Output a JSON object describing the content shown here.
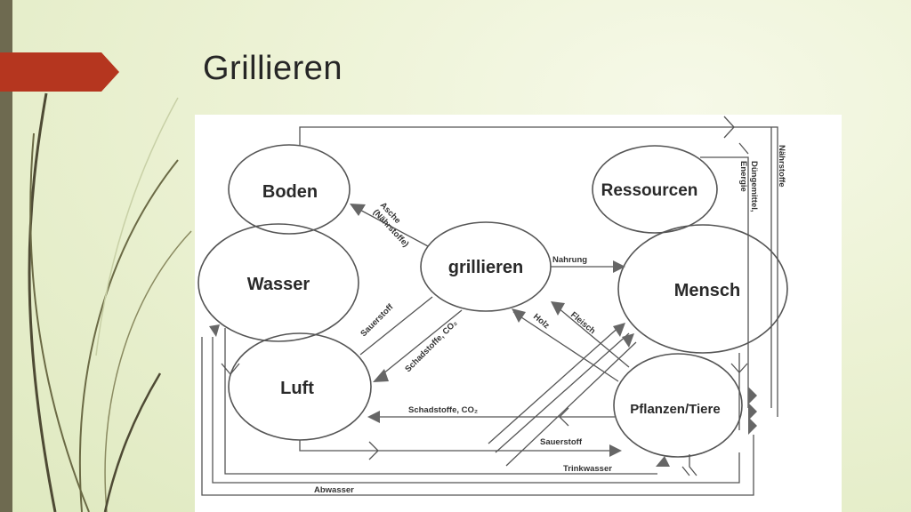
{
  "slide": {
    "title": "Grillieren"
  },
  "theme": {
    "accent": "#b5361f",
    "bar": "#6e6a50",
    "swoosh": "#4e4a34"
  },
  "diagram": {
    "nodes": {
      "boden": "Boden",
      "wasser": "Wasser",
      "luft": "Luft",
      "grillieren": "grillieren",
      "ressourcen": "Ressourcen",
      "mensch": "Mensch",
      "pflanzen": "Pflanzen/Tiere"
    },
    "edges": {
      "asche": "Asche",
      "naehrstoffe_paren": "(Nährstoffe)",
      "sauerstoff_in": "Sauerstoff",
      "schadstoffe_co2_diag": "Schadstoffe, CO₂",
      "nahrung": "Nahrung",
      "holz": "Holz",
      "fleisch": "Fleisch",
      "schadstoffe_co2_horiz": "Schadstoffe, CO₂",
      "sauerstoff_out": "Sauerstoff",
      "trinkwasser": "Trinkwasser",
      "abwasser": "Abwasser",
      "naehrstoffe": "Nährstoffe",
      "duengemittel": "Düngemittel,",
      "energie": "Energie"
    }
  }
}
